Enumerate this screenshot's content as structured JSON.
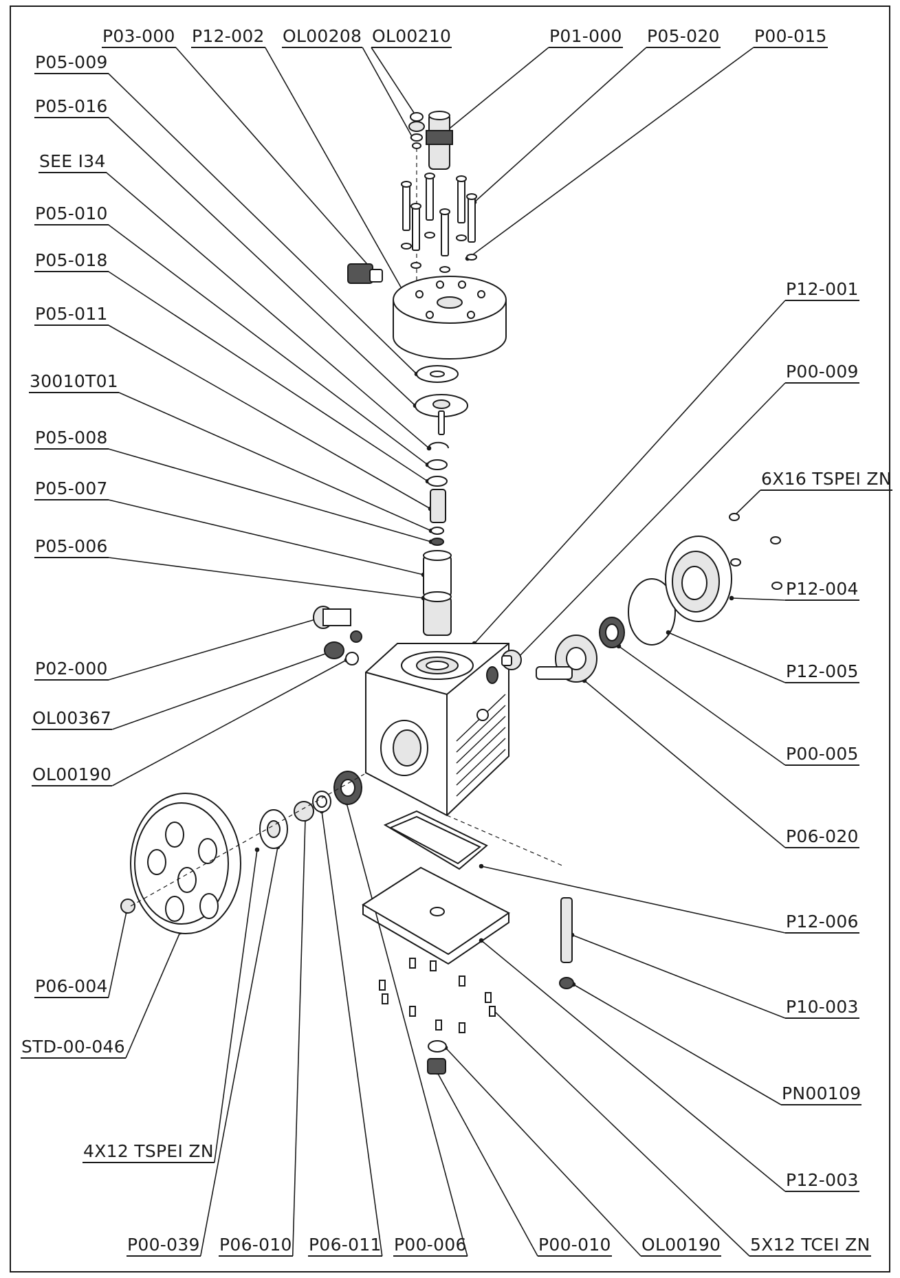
{
  "callouts": {
    "l_P03_000": "P03-000",
    "l_P12_002": "P12-002",
    "l_OL00208": "OL00208",
    "l_OL00210": "OL00210",
    "l_P01_000": "P01-000",
    "l_P05_020": "P05-020",
    "l_P00_015": "P00-015",
    "l_P05_009": "P05-009",
    "l_P05_016": "P05-016",
    "l_SEE_I34": "SEE I34",
    "l_P05_010": "P05-010",
    "l_P05_018": "P05-018",
    "l_P05_011": "P05-011",
    "l_30010T01": "30010T01",
    "l_P05_008": "P05-008",
    "l_P05_007": "P05-007",
    "l_P05_006": "P05-006",
    "l_P02_000": "P02-000",
    "l_OL00367": "OL00367",
    "l_OL00190_a": "OL00190",
    "l_P06_004": "P06-004",
    "l_STD_00_046": "STD-00-046",
    "l_4X12": "4X12 TSPEI ZN",
    "l_P00_039": "P00-039",
    "l_P06_010": "P06-010",
    "l_P06_011": "P06-011",
    "l_P00_006": "P00-006",
    "l_P00_010": "P00-010",
    "l_OL00190_b": "OL00190",
    "l_5X12": "5X12 TCEI ZN",
    "l_P12_003": "P12-003",
    "l_PN00109": "PN00109",
    "l_P10_003": "P10-003",
    "l_P12_006": "P12-006",
    "l_P06_020": "P06-020",
    "l_P00_005": "P00-005",
    "l_P12_005": "P12-005",
    "l_P12_004": "P12-004",
    "l_6X16": "6X16 TSPEI ZN",
    "l_P00_009": "P00-009",
    "l_P12_001": "P12-001"
  },
  "colors": {
    "ink": "#1a1a1a",
    "paper": "#ffffff",
    "shade": "#e6e6e6",
    "dark": "#555555"
  }
}
